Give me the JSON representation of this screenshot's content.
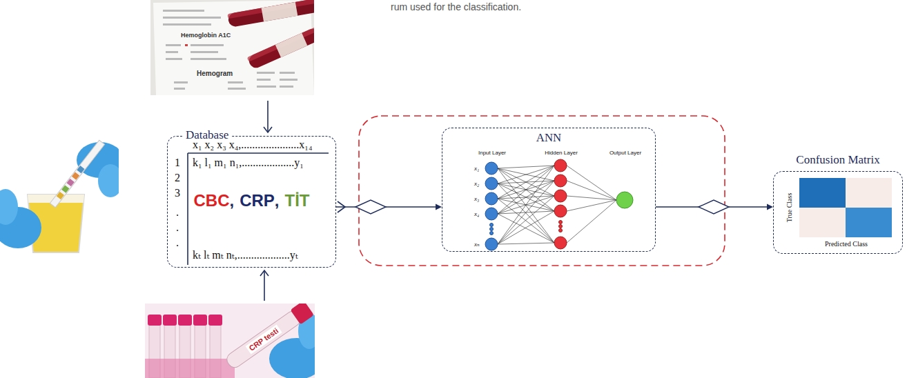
{
  "diagram": {
    "nodes": [
      {
        "text": [
          "Database",
          "x₁ x₂ x₃ x₄,.....................x₁₄",
          "1",
          "2",
          "3",
          ".",
          ".",
          ".",
          "k₁ l₁ m₁ n₁,...................y₁",
          "CBC",
          ",",
          "CRP",
          ",",
          "TİT",
          "kₜ lₜ mₜ nₜ,...................yₜ"
        ]
      },
      {
        "text": [
          "ANN",
          "Input Layer",
          "Hidden Layer",
          "Output Layer",
          "x₁",
          "x₂",
          "x₃",
          "x₄",
          "xₙ"
        ]
      },
      {
        "text": [
          "Confusion Matrix",
          "True Class",
          "Predicted Class"
        ]
      }
    ],
    "edges": [
      {
        "from": 0,
        "to": 1,
        "arrow": "to"
      },
      {
        "from": 1,
        "to": 2,
        "arrow": "to"
      }
    ],
    "labels": [
      "rum used for the classification.",
      "Hemoglobin A1C",
      "Hemogram",
      "CRP testi"
    ]
  }
}
